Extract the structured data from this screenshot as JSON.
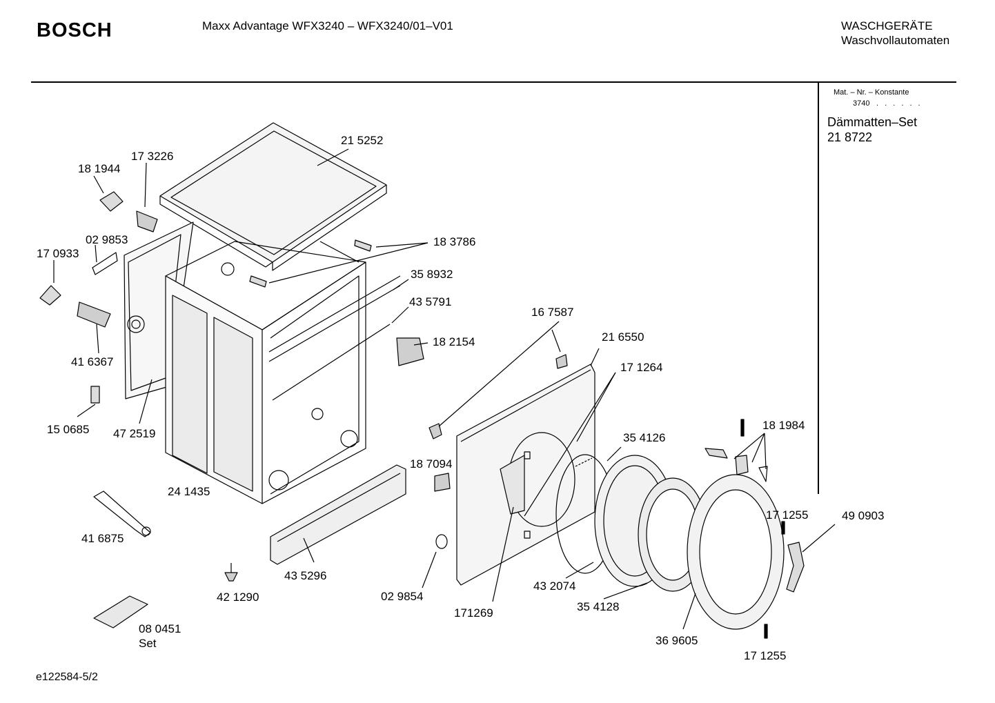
{
  "header": {
    "brand": "BOSCH",
    "model": "Maxx Advantage WFX3240 – WFX3240/01–V01",
    "category_line1": "WASCHGERÄTE",
    "category_line2": "Waschvollautomaten"
  },
  "info_box": {
    "mat_label": "Mat. – Nr. – Konstante",
    "mat_code": "3740",
    "mat_dots": ". . . . . .",
    "set_title": "Dämmatten–Set",
    "set_number": "21 8722"
  },
  "footer": {
    "drawing_id": "e122584-5/2"
  },
  "parts": [
    {
      "id": "p215252",
      "label": "21 5252"
    },
    {
      "id": "p173226",
      "label": "17 3226"
    },
    {
      "id": "p181944",
      "label": "18 1944"
    },
    {
      "id": "p029853",
      "label": "02 9853"
    },
    {
      "id": "p170933",
      "label": "17 0933"
    },
    {
      "id": "p183786",
      "label": "18 3786"
    },
    {
      "id": "p358932",
      "label": "35 8932"
    },
    {
      "id": "p435791",
      "label": "43 5791"
    },
    {
      "id": "p182154",
      "label": "18 2154"
    },
    {
      "id": "p416367",
      "label": "41 6367"
    },
    {
      "id": "p150685",
      "label": "15 0685"
    },
    {
      "id": "p472519",
      "label": "47 2519"
    },
    {
      "id": "p241435",
      "label": "24 1435"
    },
    {
      "id": "p416875",
      "label": "41 6875"
    },
    {
      "id": "p421290",
      "label": "42 1290"
    },
    {
      "id": "p435296",
      "label": "43 5296"
    },
    {
      "id": "p080451",
      "label": "08 0451"
    },
    {
      "id": "p080451set",
      "label": "Set"
    },
    {
      "id": "p167587",
      "label": "16 7587"
    },
    {
      "id": "p216550",
      "label": "21 6550"
    },
    {
      "id": "p171264",
      "label": "17 1264"
    },
    {
      "id": "p187094",
      "label": "18 7094"
    },
    {
      "id": "p354126",
      "label": "35 4126"
    },
    {
      "id": "p181984",
      "label": "18 1984"
    },
    {
      "id": "p029854",
      "label": "02 9854"
    },
    {
      "id": "p171269",
      "label": "171269"
    },
    {
      "id": "p432074",
      "label": "43 2074"
    },
    {
      "id": "p354128",
      "label": "35 4128"
    },
    {
      "id": "p369605",
      "label": "36 9605"
    },
    {
      "id": "p171255a",
      "label": "17 1255"
    },
    {
      "id": "p490903",
      "label": "49 0903"
    },
    {
      "id": "p171255b",
      "label": "17 1255"
    }
  ]
}
